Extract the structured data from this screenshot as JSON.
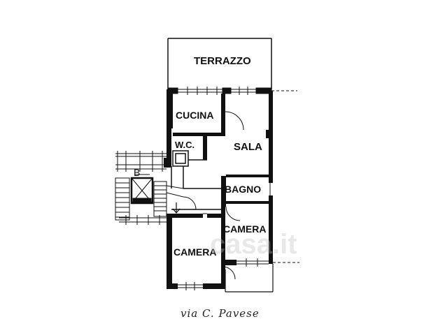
{
  "rooms": {
    "terrazzo": "TERRAZZO",
    "cucina": "CUCINA",
    "wc": "W.C.",
    "sala": "SALA",
    "bagno": "BAGNO",
    "camera_right": "CAMERA",
    "camera_left": "CAMERA"
  },
  "stair_label": "B",
  "street": "via C. Pavese",
  "watermark": "casa.it",
  "colors": {
    "ink": "#111111",
    "background": "#ffffff",
    "watermark": "#bebebe"
  }
}
